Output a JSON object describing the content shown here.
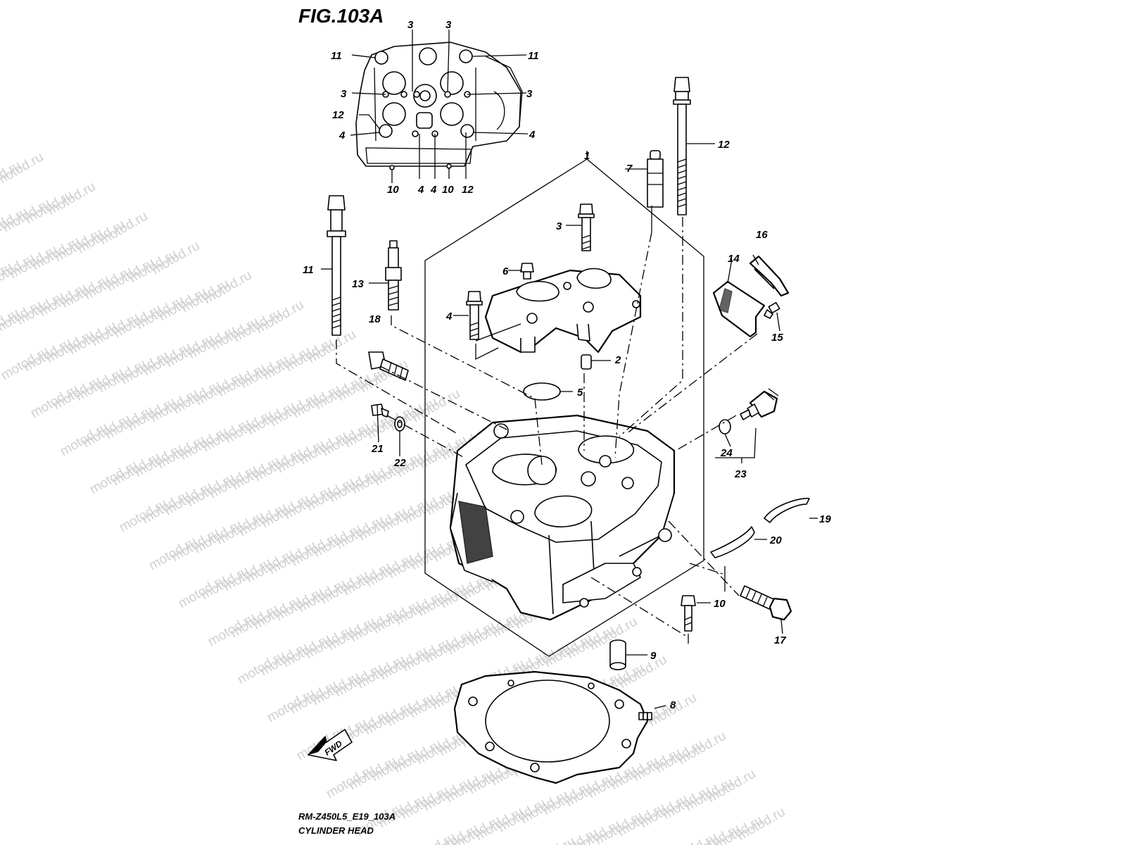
{
  "figure": {
    "title": "FIG.103A",
    "model_code": "RM-Z450L5_E19_103A",
    "caption": "CYLINDER HEAD",
    "fwd_label": "FWD",
    "watermark": "motod.ru"
  },
  "inset_callouts": [
    "3",
    "3",
    "11",
    "11",
    "3",
    "3",
    "12",
    "4",
    "4",
    "10",
    "4",
    "4",
    "10",
    "12"
  ],
  "main_callouts": [
    "1",
    "12",
    "7",
    "16",
    "14",
    "3",
    "11",
    "13",
    "6",
    "15",
    "4",
    "18",
    "2",
    "5",
    "21",
    "22",
    "24",
    "23",
    "19",
    "20",
    "10",
    "17",
    "9",
    "8"
  ],
  "colors": {
    "ink": "#000000",
    "watermark": "#cfcfcf",
    "background": "#ffffff"
  }
}
